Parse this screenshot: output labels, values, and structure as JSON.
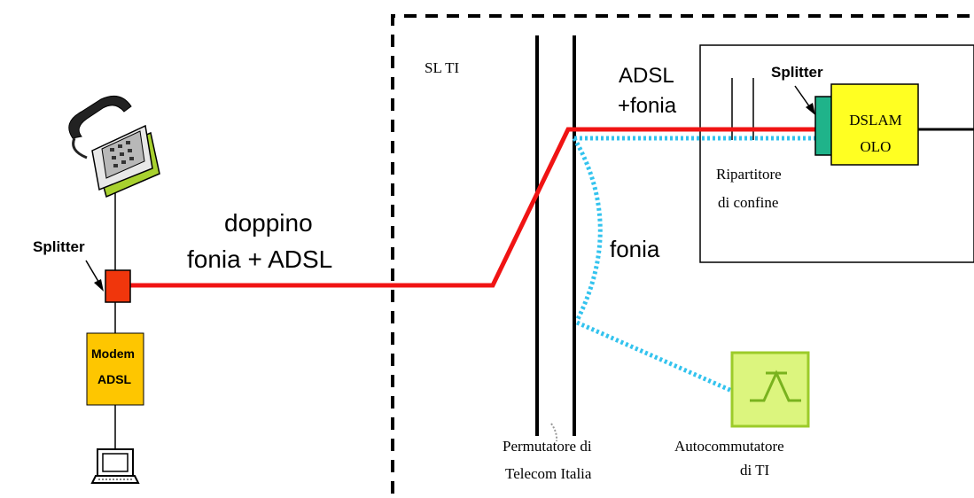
{
  "labels": {
    "sl_ti": "SL  TI",
    "adsl_line1": "ADSL",
    "adsl_line2": "+fonia",
    "splitter_right": "Splitter",
    "dslam_line1": "DSLAM",
    "dslam_line2": "OLO",
    "ripartitore_line1": "Ripartitore",
    "ripartitore_line2": "di confine",
    "doppino_line1": "doppino",
    "doppino_line2": "fonia + ADSL",
    "splitter_left": "Splitter",
    "fonia": "fonia",
    "modem_line1": "Modem",
    "modem_line2": "ADSL",
    "permutatore_line1": "Permutatore di",
    "permutatore_line2": "Telecom Italia",
    "autocommutatore_line1": "Autocommutatore",
    "autocommutatore_line2": "di TI"
  },
  "icons": {
    "telephone": "telephone-icon",
    "computer": "computer-icon",
    "switch_symbol": "switch-crossing-icon"
  },
  "colors": {
    "adsl_line": "#f01414",
    "voice_line": "#33c3ee",
    "splitter_left": "#f0360c",
    "splitter_right": "#1fb38a",
    "dslam_fill": "#ffff22",
    "modem_fill": "#fec600",
    "switch_fill": "#dcf57e",
    "switch_stroke": "#9ccb2a"
  }
}
